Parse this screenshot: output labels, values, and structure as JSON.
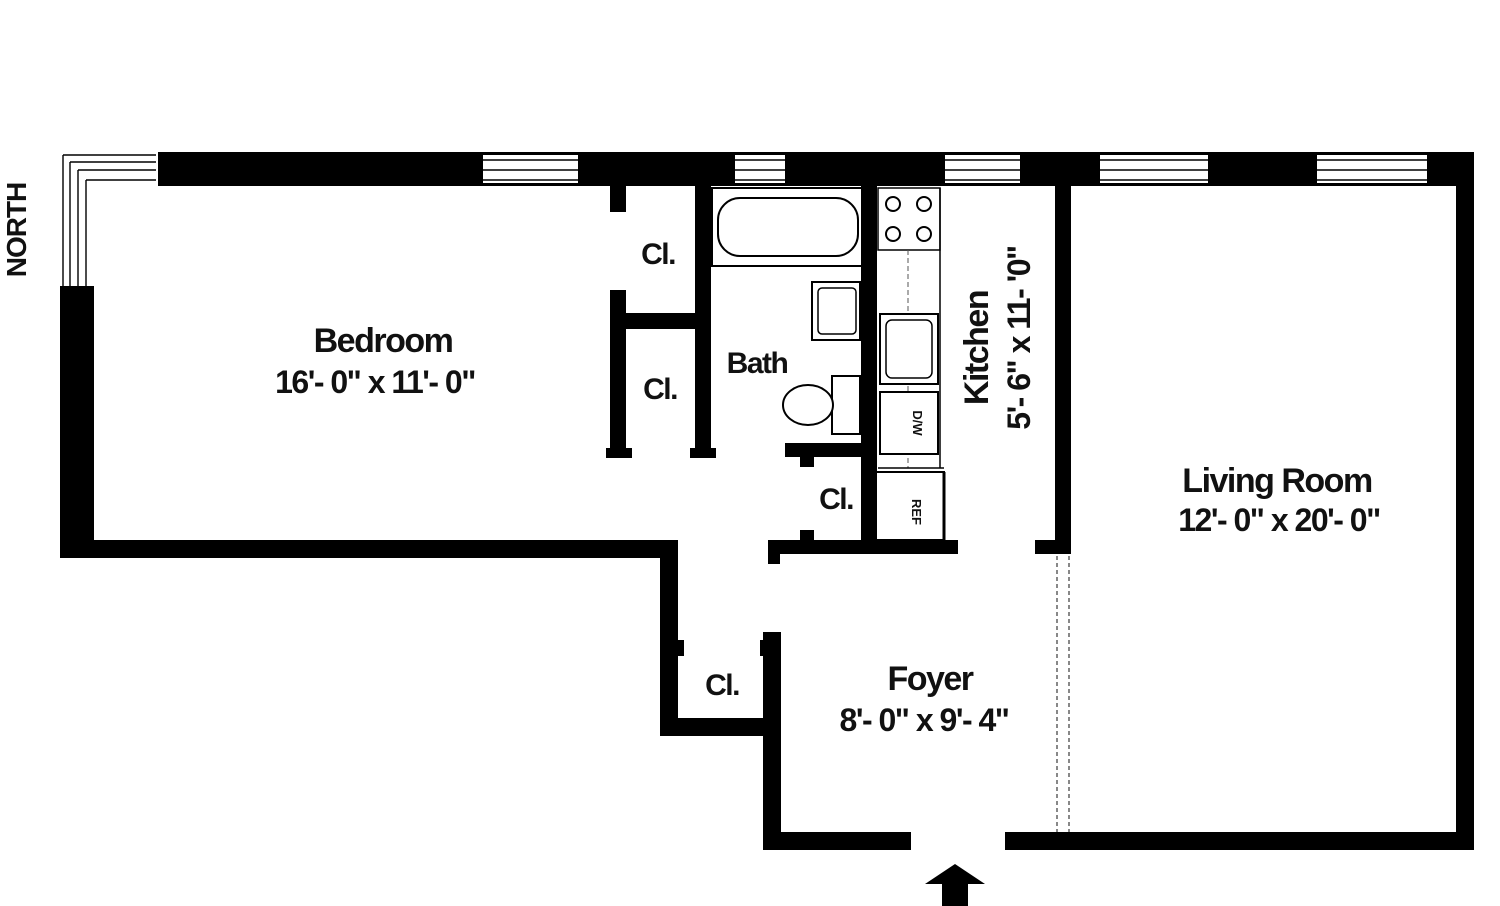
{
  "compass": {
    "label": "NORTH"
  },
  "rooms": {
    "bedroom": {
      "name": "Bedroom",
      "dims": "16'- 0\" x 11'- 0\""
    },
    "bath": {
      "name": "Bath"
    },
    "kitchen": {
      "name": "Kitchen",
      "dims": "5'- 6\" x 11- '0\""
    },
    "living": {
      "name": "Living Room",
      "dims": "12'- 0\" x 20'- 0\""
    },
    "foyer": {
      "name": "Foyer",
      "dims": "8'- 0\" x 9'- 4\""
    }
  },
  "closets": [
    "Cl.",
    "Cl.",
    "Cl.",
    "Cl."
  ],
  "appliances": {
    "dishwasher": "D/W",
    "refrigerator": "REF"
  },
  "colors": {
    "wall": "#000000",
    "background": "#ffffff",
    "window": "#ffffff"
  }
}
